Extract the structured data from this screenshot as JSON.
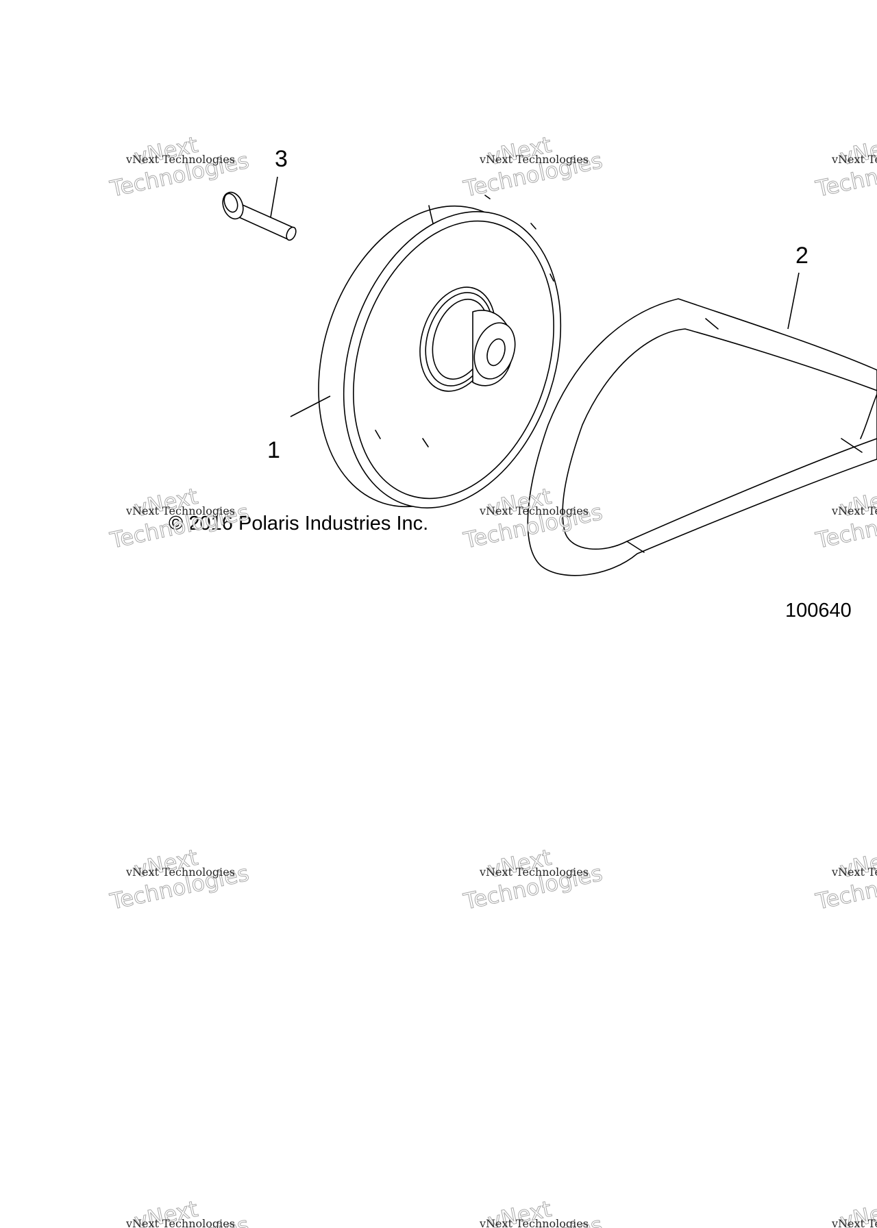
{
  "callouts": {
    "part_1": "1",
    "part_2": "2",
    "part_3": "3"
  },
  "copyright": "© 2016 Polaris Industries Inc.",
  "figure_number": "100640",
  "watermark": {
    "line1": "vNext Technologies",
    "line2": "vNext",
    "line3": "Technologies"
  }
}
